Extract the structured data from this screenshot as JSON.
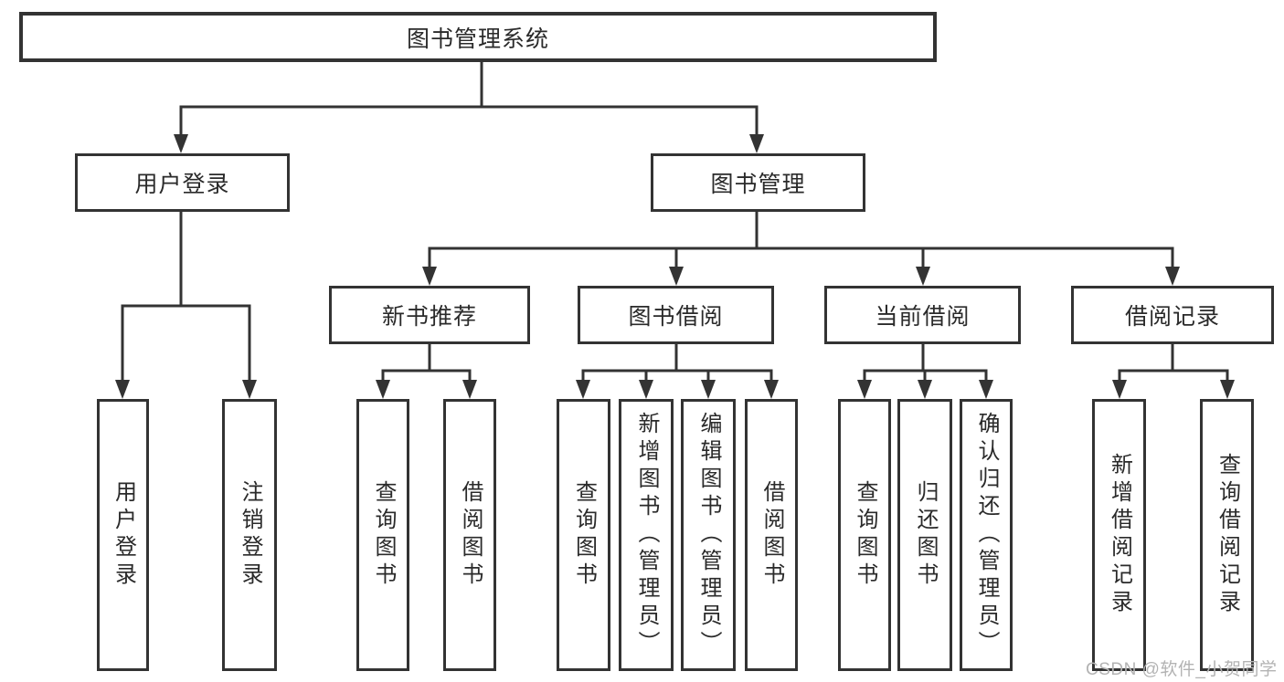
{
  "diagram": {
    "title": "图书管理系统",
    "tree": {
      "root": {
        "label": "图书管理系统",
        "children": [
          {
            "label": "用户登录",
            "children": [
              {
                "label": "用户登录"
              },
              {
                "label": "注销登录"
              }
            ]
          },
          {
            "label": "图书管理",
            "children": [
              {
                "label": "新书推荐",
                "children": [
                  {
                    "label": "查询图书"
                  },
                  {
                    "label": "借阅图书"
                  }
                ]
              },
              {
                "label": "图书借阅",
                "children": [
                  {
                    "label": "查询图书"
                  },
                  {
                    "label": "新增图书（管理员）"
                  },
                  {
                    "label": "编辑图书（管理员）"
                  },
                  {
                    "label": "借阅图书"
                  }
                ]
              },
              {
                "label": "当前借阅",
                "children": [
                  {
                    "label": "查询图书"
                  },
                  {
                    "label": "归还图书"
                  },
                  {
                    "label": "确认归还（管理员）"
                  }
                ]
              },
              {
                "label": "借阅记录",
                "children": [
                  {
                    "label": "新增借阅记录"
                  },
                  {
                    "label": "查询借阅记录"
                  }
                ]
              }
            ]
          }
        ]
      }
    },
    "line_color": "#333333",
    "box_background": "#ffffff"
  },
  "watermark": {
    "text": "CSDN @软件_小贺同学",
    "color": "#b3b3b3"
  }
}
